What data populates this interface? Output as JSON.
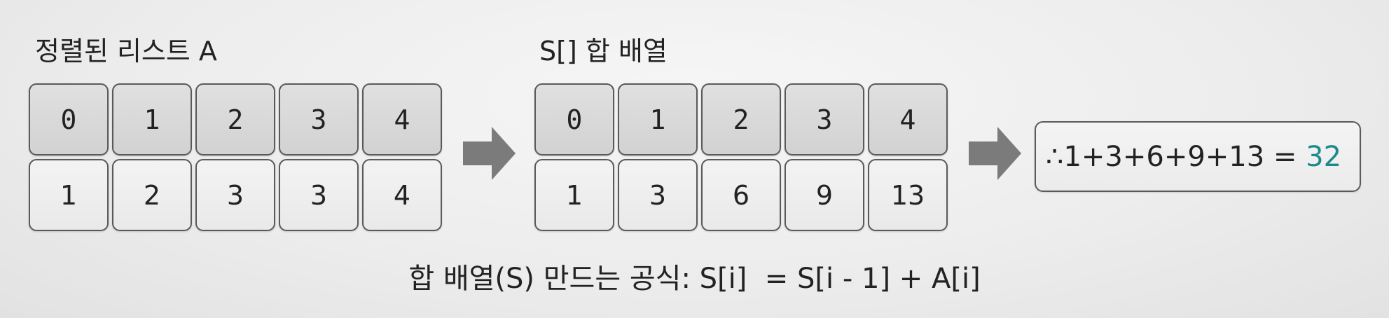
{
  "left_panel": {
    "title": "정렬된 리스트 A",
    "indices": [
      "0",
      "1",
      "2",
      "3",
      "4"
    ],
    "values": [
      "1",
      "2",
      "3",
      "3",
      "4"
    ]
  },
  "right_panel": {
    "title": "S[] 합 배열",
    "indices": [
      "0",
      "1",
      "2",
      "3",
      "4"
    ],
    "values": [
      "1",
      "3",
      "6",
      "9",
      "13"
    ]
  },
  "result": {
    "expression": "∴1+3+6+9+13 = ",
    "total": "32"
  },
  "formula": "합 배열(S) 만드는 공식: S[i]  = S[i - 1] + A[i]",
  "colors": {
    "highlight": "#1d8a8a",
    "arrow": "#7b7b7b",
    "border": "#5a5a5a"
  },
  "icons": {
    "arrow": "right-arrow-icon"
  }
}
